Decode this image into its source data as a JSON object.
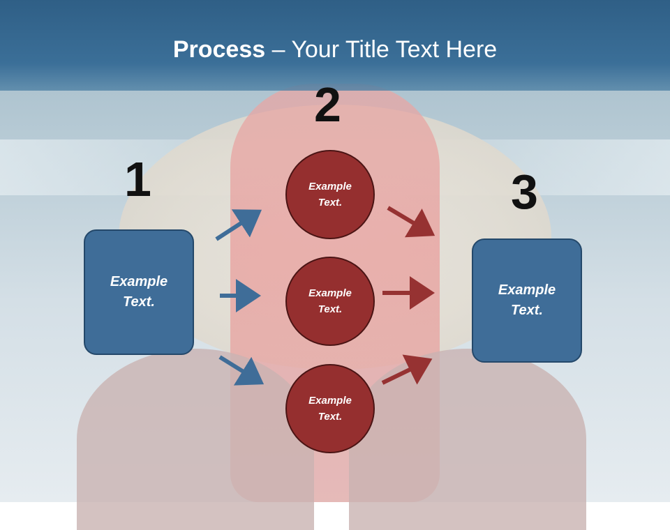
{
  "title": {
    "bold": "Process",
    "rest": " – Your Title Text Here"
  },
  "steps": {
    "one": "1",
    "two": "2",
    "three": "3"
  },
  "left_box": {
    "line1": "Example",
    "line2": "Text."
  },
  "right_box": {
    "line1": "Example",
    "line2": "Text."
  },
  "circles": [
    {
      "line1": "Example",
      "line2": "Text."
    },
    {
      "line1": "Example",
      "line2": "Text."
    },
    {
      "line1": "Example",
      "line2": "Text."
    }
  ],
  "colors": {
    "blue_arrow": "#3f6d98",
    "red_arrow": "#963232",
    "box": "#3f6d98",
    "circle": "#952f2f"
  }
}
